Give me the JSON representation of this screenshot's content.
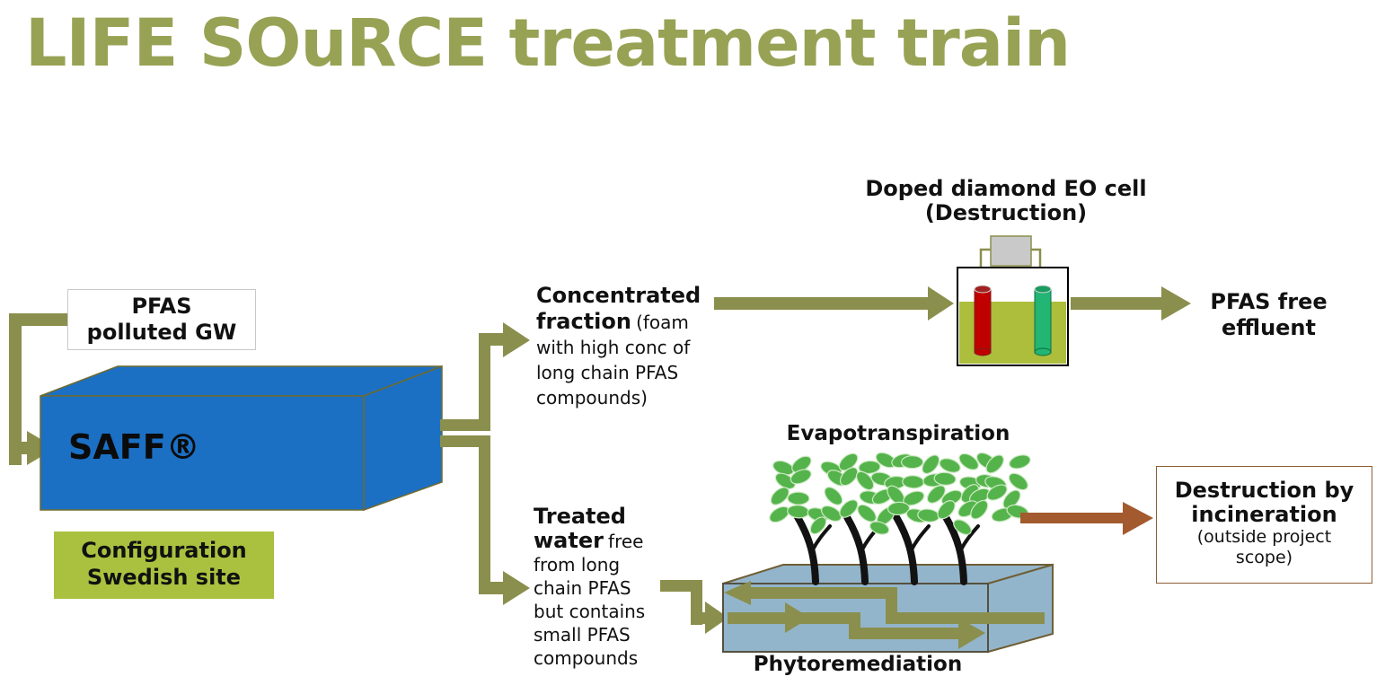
{
  "title": "LIFE SOuRCE treatment train",
  "source_unit": {
    "label": "SAFF®",
    "input_line1": "PFAS",
    "input_line2": "polluted GW",
    "config_line1": "Configuration",
    "config_line2": "Swedish site"
  },
  "streams": {
    "concentrated_bold": "Concentrated fraction",
    "concentrated_detail": "(foam with high conc of long chain PFAS compounds)",
    "treated_bold": "Treated water",
    "treated_detail": "free from long chain PFAS but contains small PFAS compounds",
    "pfas_free_effluent": "PFAS free effluent"
  },
  "eo_cell": {
    "title_line1": "Doped diamond EO cell",
    "title_line2": "(Destruction)"
  },
  "phyto": {
    "evapotranspiration": "Evapotranspiration",
    "phytoremediation": "Phytoremediation"
  },
  "incineration": {
    "bold": "Destruction by incineration",
    "detail": "(outside project scope)"
  },
  "colors": {
    "title_green": "#98A254",
    "arrow_olive": "#8B8F4D",
    "saff_blue": "#1B70C4",
    "config_green": "#A9C13F",
    "eo_liquid_green": "#ACBE3C",
    "basin_blue": "#93B5CB",
    "leaf_green": "#54B44B",
    "incineration_brown": "#A35A2E",
    "electrode_red": "#C00000",
    "electrode_green": "#22B573"
  }
}
